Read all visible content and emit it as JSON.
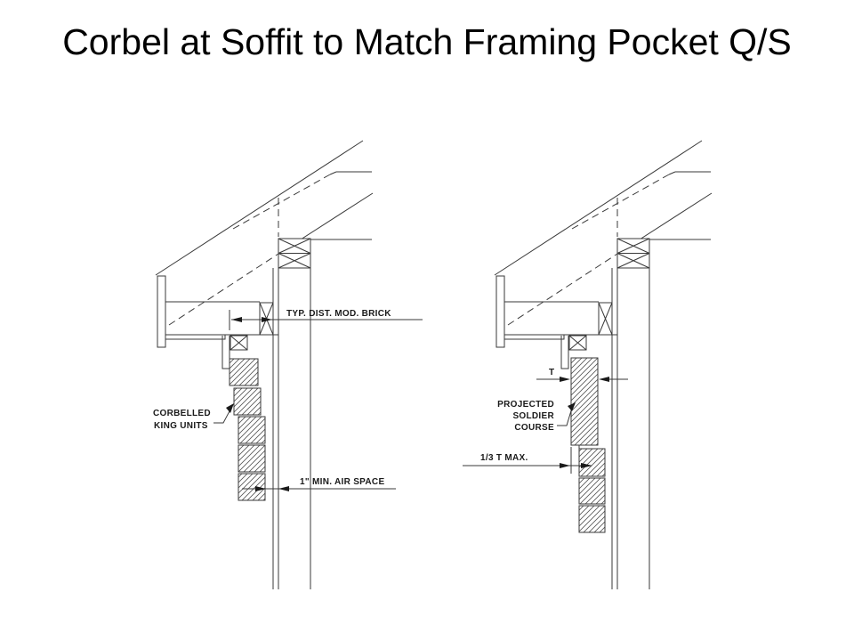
{
  "slide": {
    "title": "Corbel at Soffit to Match Framing Pocket Q/S",
    "background": "#ffffff",
    "line_color": "#3a3a3a",
    "text_color": "#1a1a1a"
  },
  "left_detail": {
    "name": "corbelled king units eave detail",
    "labels": {
      "typ_dist": "TYP. DIST. MOD. BRICK",
      "corbelled_1": "CORBELLED",
      "corbelled_2": "KING UNITS",
      "air_space": "1\" MIN. AIR SPACE"
    }
  },
  "right_detail": {
    "name": "projected soldier course eave detail",
    "labels": {
      "t": "T",
      "projected_1": "PROJECTED",
      "projected_2": "SOLDIER",
      "projected_3": "COURSE",
      "one_third": "1/3 T MAX."
    }
  }
}
